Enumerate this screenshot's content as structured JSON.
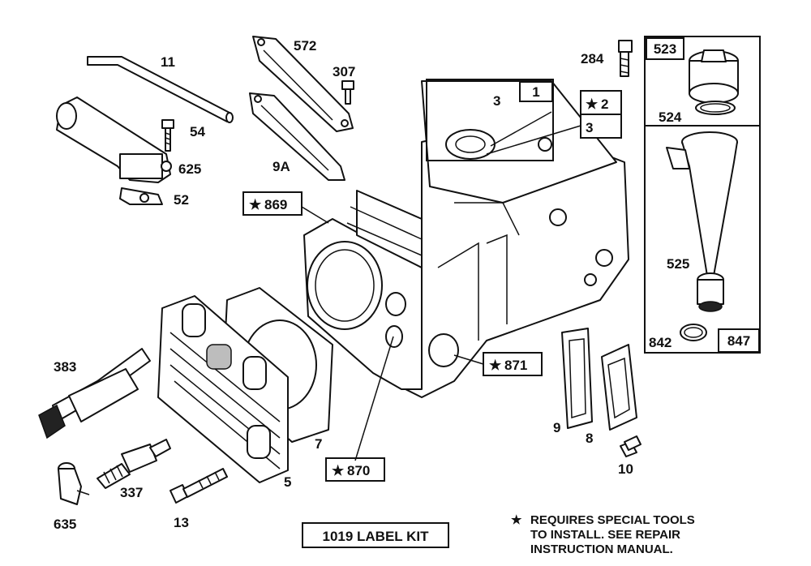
{
  "callouts": {
    "p11": "11",
    "p54": "54",
    "p625": "625",
    "p52": "52",
    "p572": "572",
    "p307": "307",
    "p9A": "9A",
    "p3a": "3",
    "p1": "1",
    "p2": "2",
    "p3b": "3",
    "p284": "284",
    "p523": "523",
    "p524": "524",
    "p525": "525",
    "p842": "842",
    "p847": "847",
    "p869": "869",
    "p871": "871",
    "p870": "870",
    "p383": "383",
    "p337": "337",
    "p635": "635",
    "p13": "13",
    "p5": "5",
    "p7": "7",
    "p9": "9",
    "p8": "8",
    "p10": "10"
  },
  "star_glyph": "★",
  "label_kit": "1019 LABEL KIT",
  "footnote": {
    "star": "★",
    "line1": "REQUIRES SPECIAL TOOLS",
    "line2": "TO INSTALL.  SEE REPAIR",
    "line3": "INSTRUCTION MANUAL."
  }
}
